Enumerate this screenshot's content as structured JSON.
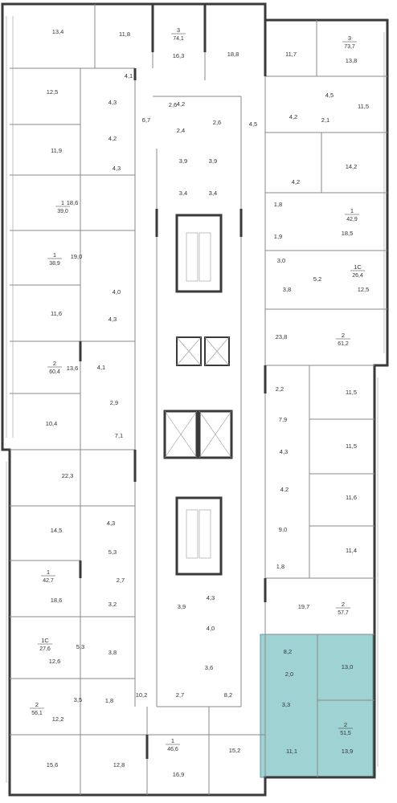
{
  "colors": {
    "wall": "#3a3a3a",
    "highlight": "#9fd3d3",
    "highlight_stroke": "#5aa0a0",
    "line": "#9a9a9a"
  },
  "apartments": [
    {
      "id": "a1",
      "number": "3",
      "area": "74,1",
      "highlight": false
    },
    {
      "id": "a2",
      "number": "3",
      "area": "73,7",
      "highlight": false
    },
    {
      "id": "a3",
      "number": "1",
      "area": "39,0",
      "highlight": false
    },
    {
      "id": "a4",
      "number": "1",
      "area": "42,9",
      "highlight": false
    },
    {
      "id": "a5",
      "number": "1",
      "area": "38,9",
      "highlight": false
    },
    {
      "id": "a6",
      "number": "1С",
      "area": "26,4",
      "highlight": false
    },
    {
      "id": "a7",
      "number": "2",
      "area": "61,2",
      "highlight": false
    },
    {
      "id": "a8",
      "number": "2",
      "area": "60,4",
      "highlight": false
    },
    {
      "id": "a9",
      "number": "1",
      "area": "42,7",
      "highlight": false
    },
    {
      "id": "a10",
      "number": "2",
      "area": "57,7",
      "highlight": false
    },
    {
      "id": "a11",
      "number": "1С",
      "area": "27,6",
      "highlight": false
    },
    {
      "id": "a12",
      "number": "2",
      "area": "56,1",
      "highlight": false
    },
    {
      "id": "a13",
      "number": "1",
      "area": "46,6",
      "highlight": false
    },
    {
      "id": "a14",
      "number": "2",
      "area": "51,5",
      "highlight": true
    }
  ],
  "rooms": [
    "13,4",
    "11,8",
    "16,3",
    "18,8",
    "11,7",
    "13,8",
    "4,1",
    "12,5",
    "4,3",
    "4,2",
    "2,6",
    "6,7",
    "2,4",
    "2,6",
    "4,5",
    "4,5",
    "4,2",
    "2,1",
    "11,5",
    "11,9",
    "4,3",
    "4,2",
    "14,2",
    "3,9",
    "3,9",
    "3,4",
    "3,4",
    "18,6",
    "4,2",
    "1,8",
    "18,5",
    "1,9",
    "19,0",
    "3,0",
    "5,2",
    "12,5",
    "3,8",
    "4,0",
    "11,6",
    "4,3",
    "23,8",
    "13,6",
    "4,1",
    "2,9",
    "2,2",
    "11,5",
    "10,4",
    "7,1",
    "7,9",
    "11,5",
    "4,3",
    "4,2",
    "22,3",
    "4,3",
    "14,5",
    "5,3",
    "11,6",
    "9,0",
    "11,4",
    "1,8",
    "18,6",
    "2,7",
    "19,7",
    "3,2",
    "3,9",
    "4,3",
    "4,0",
    "8,2",
    "13,0",
    "5,3",
    "3,8",
    "12,6",
    "3,6",
    "2,0",
    "3,3",
    "3,5",
    "1,8",
    "10,2",
    "2,7",
    "8,2",
    "12,2",
    "15,6",
    "12,8",
    "16,9",
    "15,2",
    "11,1",
    "13,9"
  ]
}
